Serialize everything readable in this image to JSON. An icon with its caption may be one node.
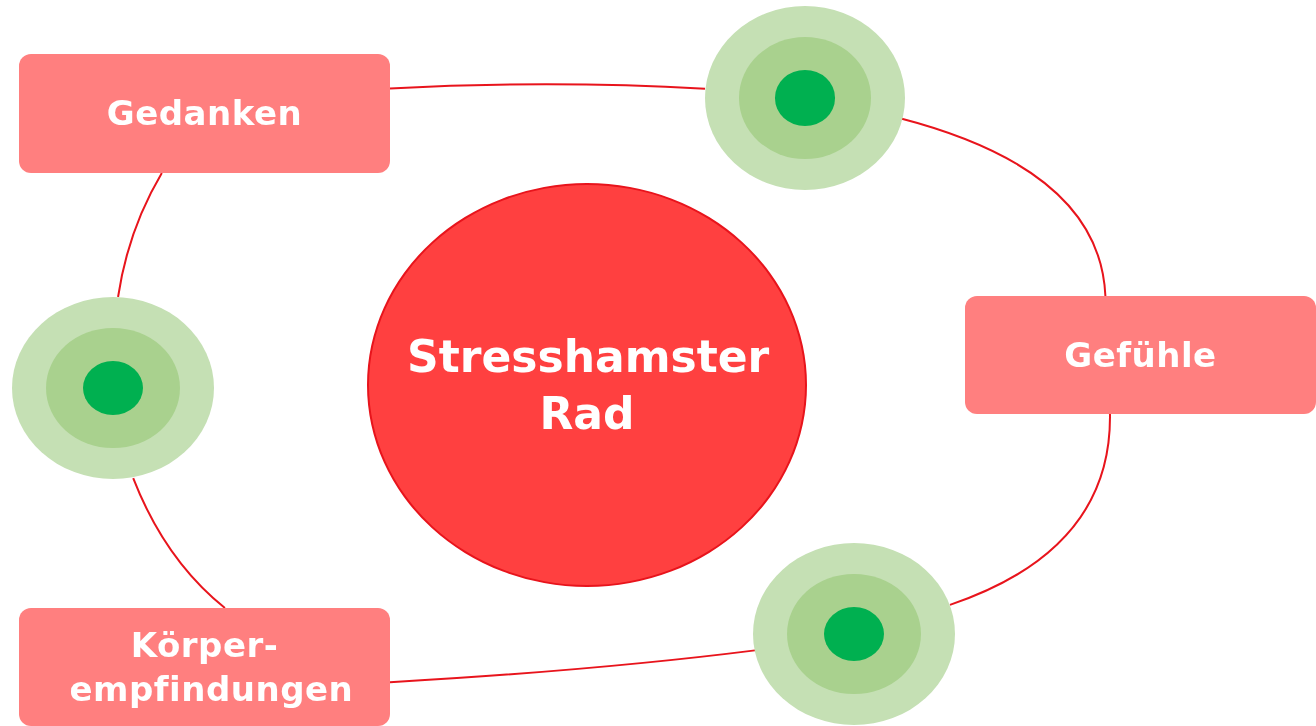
{
  "diagram": {
    "nodes": [
      {
        "text": [
          "Gedanken"
        ]
      },
      {
        "text": [],
        "shape": "circle"
      },
      {
        "text": [
          "Gefühle"
        ]
      },
      {
        "text": [],
        "shape": "circle"
      },
      {
        "text": [
          "Stresshamster Rad"
        ]
      },
      {
        "text": [],
        "shape": "circle"
      },
      {
        "text": [
          "Körper- empfindungen"
        ]
      }
    ],
    "edges": [
      {
        "from": 0,
        "to": 1,
        "arrow": "none"
      },
      {
        "from": 1,
        "to": 2,
        "arrow": "none"
      },
      {
        "from": 2,
        "to": 5,
        "arrow": "none"
      },
      {
        "from": 5,
        "to": 6,
        "arrow": "none"
      },
      {
        "from": 6,
        "to": 3,
        "arrow": "none"
      },
      {
        "from": 3,
        "to": 0,
        "arrow": "none"
      }
    ]
  }
}
